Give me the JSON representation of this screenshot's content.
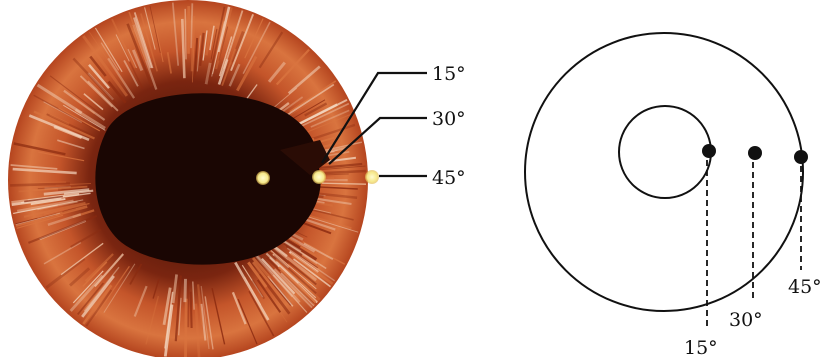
{
  "colors": {
    "iris_outer": "#b5451f",
    "iris_mid": "#d9743f",
    "iris_light": "#efc4a6",
    "pupil": "#1a0603",
    "spot": "#f6e88a",
    "line": "#111111"
  },
  "left_panel": {
    "labels": [
      "15°",
      "30°",
      "45°"
    ]
  },
  "right_panel": {
    "labels": [
      "15°",
      "30°",
      "45°"
    ]
  }
}
